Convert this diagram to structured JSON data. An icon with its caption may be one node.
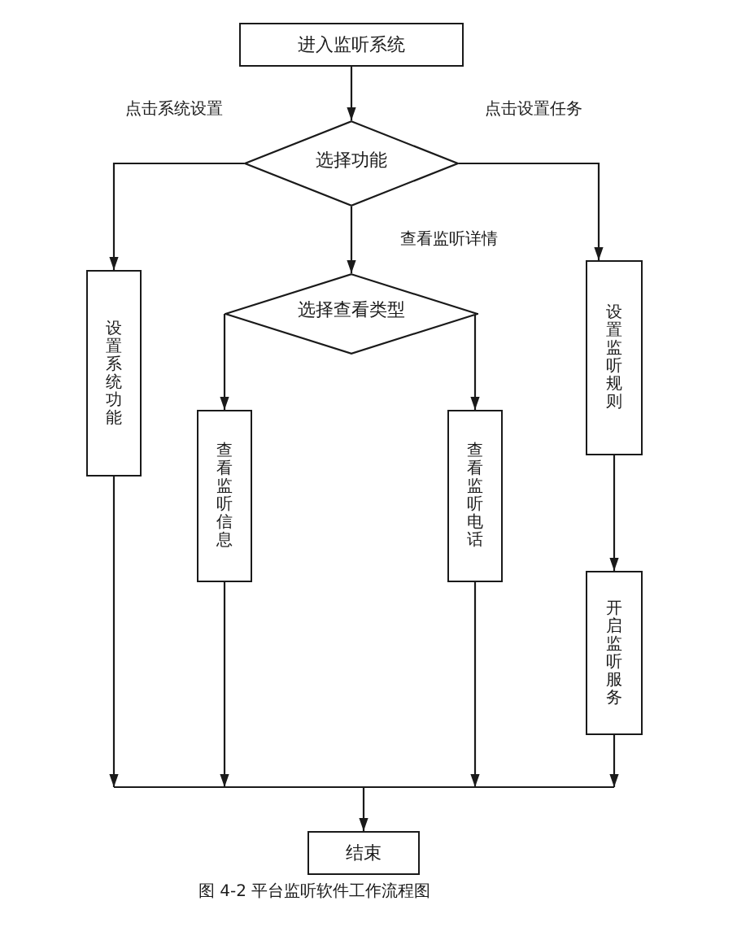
{
  "diagram": {
    "caption": "图 4-2 平台监听软件工作流程图",
    "nodes": [
      {
        "text": [
          "进入监听系统"
        ]
      },
      {
        "text": [
          "选择功能"
        ]
      },
      {
        "text": [
          "设置系统功能"
        ]
      },
      {
        "text": [
          "选择查看类型"
        ]
      },
      {
        "text": [
          "设置监听规则"
        ]
      },
      {
        "text": [
          "查看监听信息"
        ]
      },
      {
        "text": [
          "查看监听电话"
        ]
      },
      {
        "text": [
          "开启监听服务"
        ]
      },
      {
        "text": [
          "结束"
        ]
      }
    ],
    "edges": [
      {
        "from": 0,
        "to": 1,
        "arrow": "to"
      },
      {
        "from": 1,
        "to": 2,
        "arrow": "to",
        "label": "点击系统设置"
      },
      {
        "from": 1,
        "to": 3,
        "arrow": "to",
        "label": "查看监听详情"
      },
      {
        "from": 1,
        "to": 4,
        "arrow": "to",
        "label": "点击设置任务"
      },
      {
        "from": 3,
        "to": 5,
        "arrow": "to"
      },
      {
        "from": 3,
        "to": 6,
        "arrow": "to"
      },
      {
        "from": 4,
        "to": 7,
        "arrow": "to"
      },
      {
        "from": 2,
        "to": 8,
        "arrow": "to"
      },
      {
        "from": 5,
        "to": 8,
        "arrow": "to"
      },
      {
        "from": 6,
        "to": 8,
        "arrow": "to"
      },
      {
        "from": 7,
        "to": 8,
        "arrow": "to"
      }
    ]
  }
}
